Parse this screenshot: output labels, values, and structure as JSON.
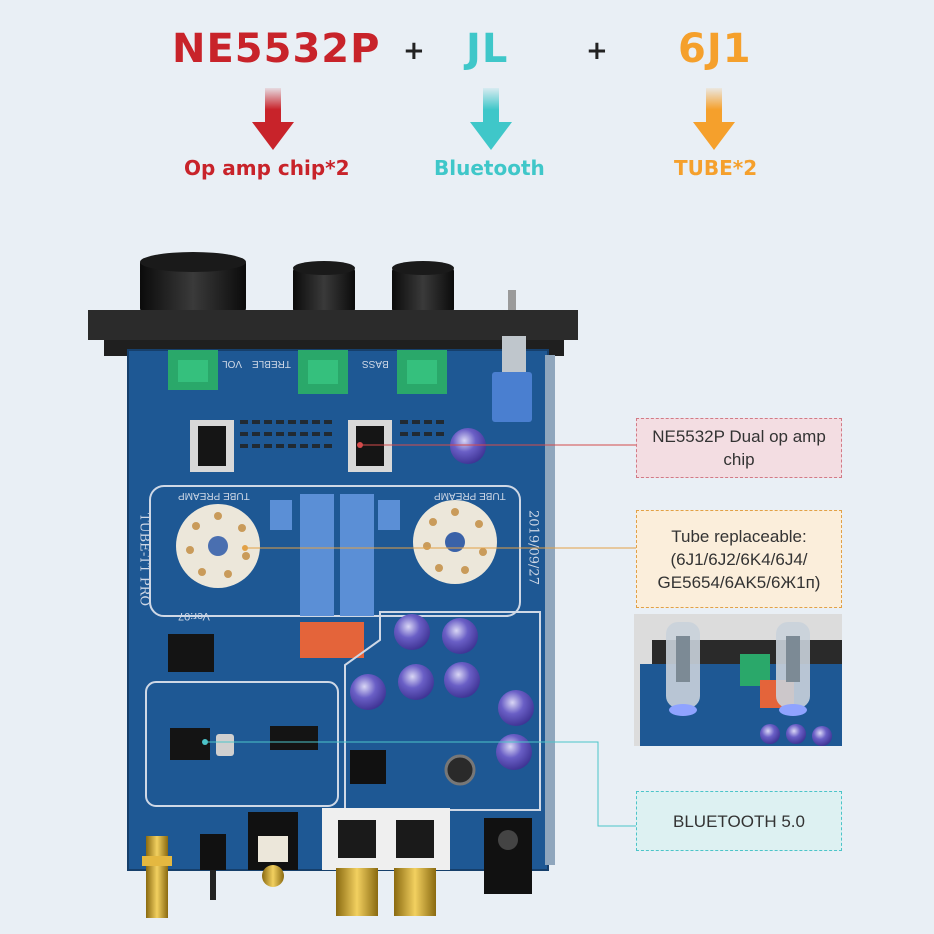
{
  "header": {
    "items": [
      {
        "name": "NE5532P",
        "desc": "Op amp chip*2",
        "color": "#c8232a"
      },
      {
        "name": "JL",
        "desc": "Bluetooth",
        "color": "#3fc7c9"
      },
      {
        "name": "6J1",
        "desc": "TUBE*2",
        "color": "#f5a02c"
      }
    ],
    "plus": "+"
  },
  "callouts": {
    "opamp": "NE5532P Dual op amp chip",
    "tube_line1": "Tube replaceable:",
    "tube_line2": "(6J1/6J2/6K4/6J4/",
    "tube_line3": "GE5654/6AK5/6Ж1п)",
    "bluetooth": "BLUETOOTH 5.0"
  },
  "board_silkscreen": {
    "name": "TUBE-T1 PRO",
    "date": "2019/09/27",
    "version": "Ver:07",
    "preamp_left": "TUBE PREAMP",
    "preamp_right": "TUBE PREAMP",
    "knob_labels": [
      "VOL",
      "TREBLE",
      "BASS"
    ]
  },
  "colors": {
    "pcb": "#1e5894",
    "panel": "#2b2b2b",
    "pot": "#2aa86a"
  }
}
